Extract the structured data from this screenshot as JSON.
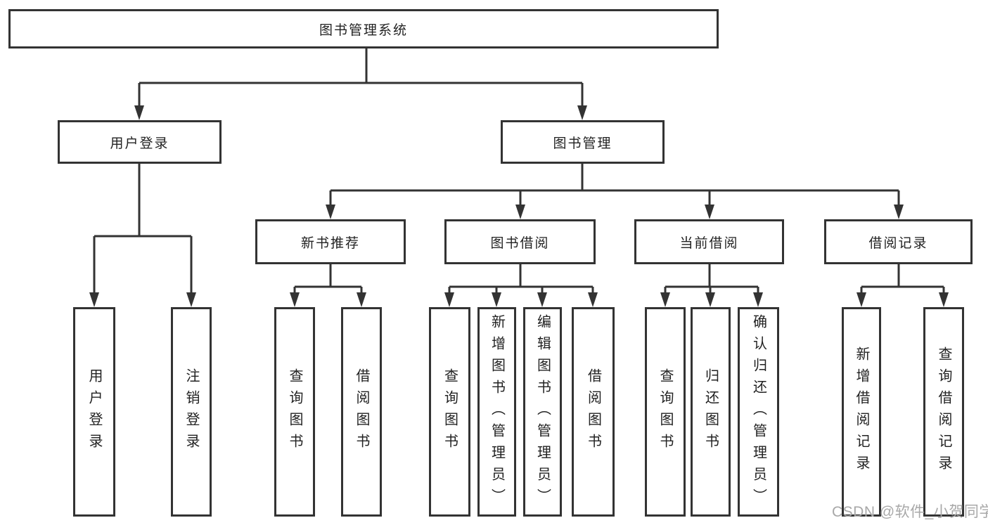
{
  "title": "图书管理系统",
  "colors": {
    "line": "#333333",
    "box_border": "#333333",
    "text": "#222222",
    "background": "#ffffff",
    "watermark": "#a8a8a8"
  },
  "watermark": "CSDN @软件_小贺同学",
  "tree": {
    "label": "图书管理系统",
    "children": [
      {
        "label": "用户登录",
        "children": [
          {
            "label": "用户登录"
          },
          {
            "label": "注销登录"
          }
        ]
      },
      {
        "label": "图书管理",
        "children": [
          {
            "label": "新书推荐",
            "children": [
              {
                "label": "查询图书"
              },
              {
                "label": "借阅图书"
              }
            ]
          },
          {
            "label": "图书借阅",
            "children": [
              {
                "label": "查询图书"
              },
              {
                "label": "新增图书（管理员）"
              },
              {
                "label": "编辑图书（管理员）"
              },
              {
                "label": "借阅图书"
              }
            ]
          },
          {
            "label": "当前借阅",
            "children": [
              {
                "label": "查询图书"
              },
              {
                "label": "归还图书"
              },
              {
                "label": "确认归还（管理员）"
              }
            ]
          },
          {
            "label": "借阅记录",
            "children": [
              {
                "label": "新增借阅记录"
              },
              {
                "label": "查询借阅记录"
              }
            ]
          }
        ]
      }
    ]
  }
}
